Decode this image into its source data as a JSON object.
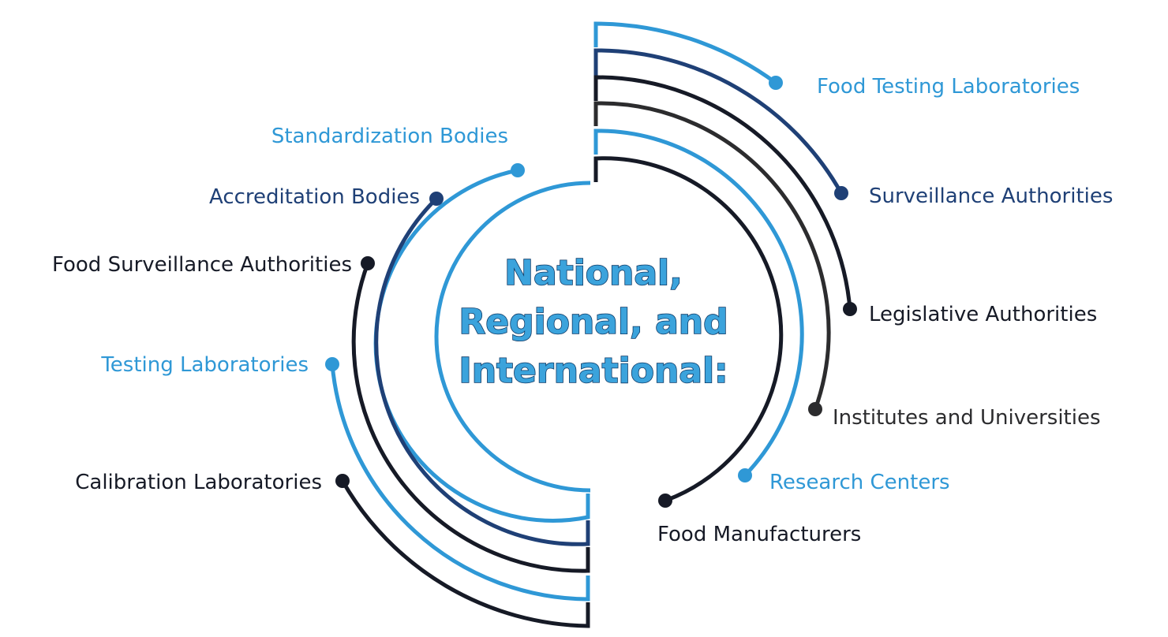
{
  "center": {
    "lines": [
      "National,",
      "Regional, and",
      "International:"
    ]
  },
  "colors": {
    "light_blue": "#2f98d6",
    "dark_blue": "#1f4076",
    "black": "#161a26",
    "dark_gray": "#2c2c2e"
  },
  "right": {
    "items": [
      {
        "label": "Food Testing Laboratories",
        "color": "light_blue"
      },
      {
        "label": "Surveillance Authorities",
        "color": "dark_blue"
      },
      {
        "label": "Legislative Authorities",
        "color": "black"
      },
      {
        "label": "Institutes and Universities",
        "color": "dark_gray"
      },
      {
        "label": "Research Centers",
        "color": "light_blue"
      },
      {
        "label": "Food Manufacturers",
        "color": "black"
      }
    ]
  },
  "left": {
    "items": [
      {
        "label": "Standardization Bodies",
        "color": "light_blue"
      },
      {
        "label": "Accreditation Bodies",
        "color": "dark_blue"
      },
      {
        "label": "Food Surveillance Authorities",
        "color": "black"
      },
      {
        "label": "Testing Laboratories",
        "color": "light_blue"
      },
      {
        "label": "Calibration Laboratories",
        "color": "black"
      }
    ]
  }
}
